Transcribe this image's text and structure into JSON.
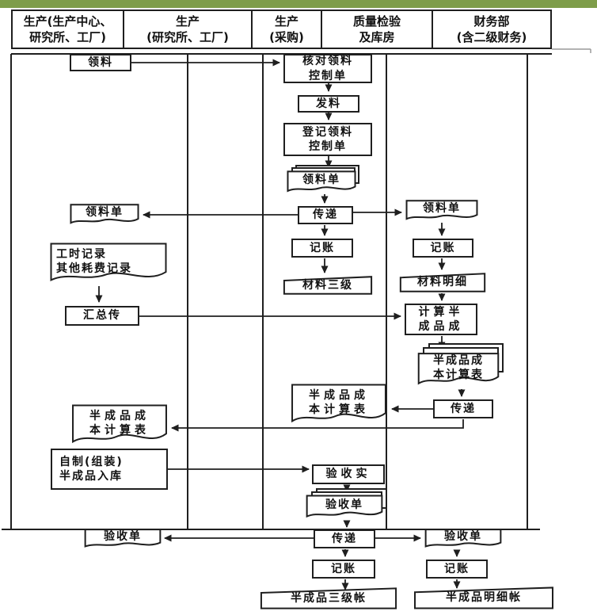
{
  "colors": {
    "top_bar": "#7e9d4a",
    "line": "#1f1f1f",
    "background": "#ffffff",
    "text": "#111111"
  },
  "header": {
    "columns": [
      {
        "label": "生产(生产中心、\n研究所、工厂)"
      },
      {
        "label": "生产\n(研究所、工厂)"
      },
      {
        "label": "生产\n(采购)"
      },
      {
        "label": "质量检验\n及库房"
      },
      {
        "label": "财务部\n(含二级财务)"
      }
    ]
  },
  "nodes": {
    "lingliao": {
      "label": "领料"
    },
    "hedui": {
      "label": "核对领料\n控制单"
    },
    "fala": {
      "label": "发料"
    },
    "dengji": {
      "label": "登记领料\n控制单"
    },
    "lingliaodan_center": {
      "label": "领料单"
    },
    "chuandi_center": {
      "label": "传递"
    },
    "jizhang_center": {
      "label": "记账"
    },
    "cailiao_sanji": {
      "label": "材料三级"
    },
    "lingliaodan_left": {
      "label": "领料单"
    },
    "gongshi_jilu": {
      "label": "工时记录\n其他耗费记录"
    },
    "huizong_chuan": {
      "label": "汇总传"
    },
    "lingliaodan_right": {
      "label": "领料单"
    },
    "jizhang_right": {
      "label": "记账"
    },
    "cailiao_mingxi": {
      "label": "材料明细"
    },
    "jisuan": {
      "label": "计算半\n成品成"
    },
    "bancp_biao_right": {
      "label": "半成品成\n本计算表"
    },
    "chuandi_right": {
      "label": "传递"
    },
    "bancp_biao_center": {
      "label": "半成品成\n本计算表"
    },
    "bancp_biao_left": {
      "label": "半成品成\n本计算表"
    },
    "zizhi_ruku": {
      "label": "自制(组装)\n半成品入库"
    },
    "yanshou_shi": {
      "label": "验收实"
    },
    "yanshoudan_center": {
      "label": "验收单"
    },
    "chuandi_bottom": {
      "label": "传递"
    },
    "yanshoudan_left": {
      "label": "验收单"
    },
    "yanshoudan_right": {
      "label": "验收单"
    },
    "jizhang_bottom": {
      "label": "记账"
    },
    "jizhang_bottom_right": {
      "label": "记账"
    },
    "bancp_sanji_zhang": {
      "label": "半成品三级帐"
    },
    "bancp_mingxi_zhang": {
      "label": "半成品明细帐"
    }
  }
}
